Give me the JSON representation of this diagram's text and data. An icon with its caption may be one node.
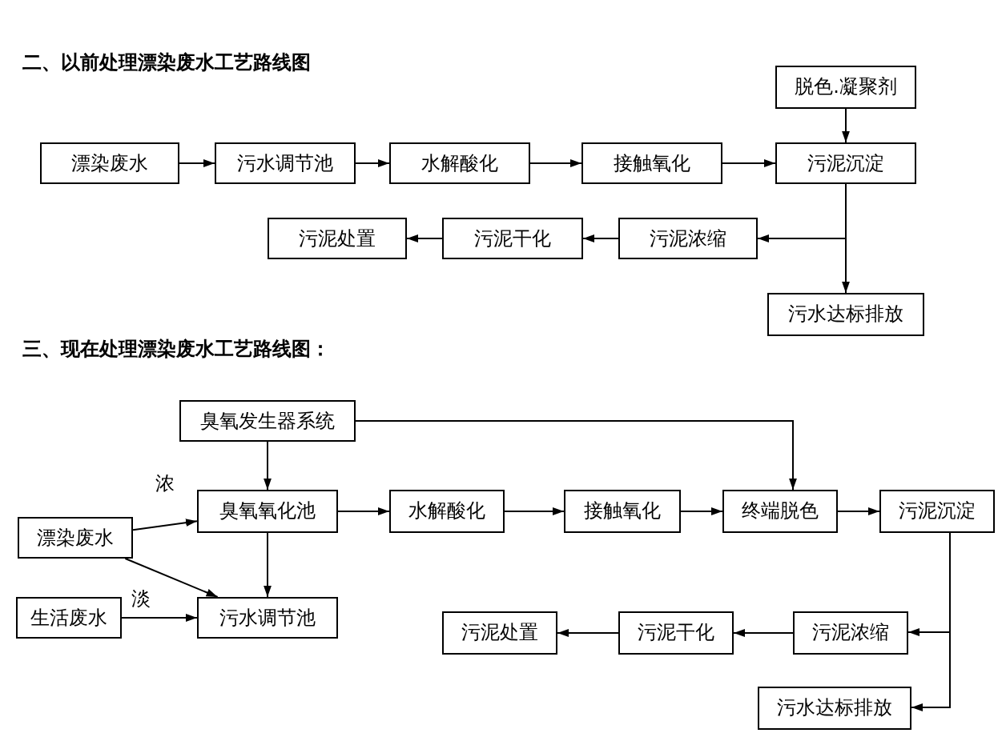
{
  "diagram": {
    "nodes": [
      {
        "text": [
          "脱色.凝聚剂"
        ]
      },
      {
        "text": [
          "漂染废水"
        ]
      },
      {
        "text": [
          "污水调节池"
        ]
      },
      {
        "text": [
          "水解酸化"
        ]
      },
      {
        "text": [
          "接触氧化"
        ]
      },
      {
        "text": [
          "污泥沉淀"
        ]
      },
      {
        "text": [
          "污泥浓缩"
        ]
      },
      {
        "text": [
          "污泥干化"
        ]
      },
      {
        "text": [
          "污泥处置"
        ]
      },
      {
        "text": [
          "污水达标排放"
        ]
      },
      {
        "text": [
          "臭氧发生器系统"
        ]
      },
      {
        "text": [
          "漂染废水"
        ]
      },
      {
        "text": [
          "臭氧氧化池"
        ]
      },
      {
        "text": [
          "水解酸化"
        ]
      },
      {
        "text": [
          "接触氧化"
        ]
      },
      {
        "text": [
          "终端脱色"
        ]
      },
      {
        "text": [
          "污泥沉淀"
        ]
      },
      {
        "text": [
          "生活废水"
        ]
      },
      {
        "text": [
          "污水调节池"
        ]
      },
      {
        "text": [
          "污泥处置"
        ]
      },
      {
        "text": [
          "污泥干化"
        ]
      },
      {
        "text": [
          "污泥浓缩"
        ]
      },
      {
        "text": [
          "污水达标排放"
        ]
      }
    ],
    "edges": [
      {
        "from": 0,
        "to": 5,
        "arrow": "to"
      },
      {
        "from": 1,
        "to": 2,
        "arrow": "to"
      },
      {
        "from": 2,
        "to": 3,
        "arrow": "to"
      },
      {
        "from": 3,
        "to": 4,
        "arrow": "to"
      },
      {
        "from": 4,
        "to": 5,
        "arrow": "to"
      },
      {
        "from": 5,
        "to": 6,
        "arrow": "to"
      },
      {
        "from": 5,
        "to": 9,
        "arrow": "to"
      },
      {
        "from": 6,
        "to": 7,
        "arrow": "to"
      },
      {
        "from": 7,
        "to": 8,
        "arrow": "to"
      },
      {
        "from": 10,
        "to": 12,
        "arrow": "to"
      },
      {
        "from": 10,
        "to": 15,
        "arrow": "to"
      },
      {
        "from": 11,
        "to": 12,
        "arrow": "to"
      },
      {
        "from": 11,
        "to": 18,
        "arrow": "to"
      },
      {
        "from": 17,
        "to": 18,
        "arrow": "to"
      },
      {
        "from": 12,
        "to": 13,
        "arrow": "to"
      },
      {
        "from": 13,
        "to": 14,
        "arrow": "to"
      },
      {
        "from": 14,
        "to": 15,
        "arrow": "to"
      },
      {
        "from": 15,
        "to": 16,
        "arrow": "to"
      },
      {
        "from": 12,
        "to": 18,
        "arrow": "to"
      },
      {
        "from": 16,
        "to": 21,
        "arrow": "to"
      },
      {
        "from": 16,
        "to": 22,
        "arrow": "to"
      },
      {
        "from": 21,
        "to": 20,
        "arrow": "to"
      },
      {
        "from": 20,
        "to": 19,
        "arrow": "to"
      }
    ],
    "labels": [
      "二、以前处理漂染废水工艺路线图",
      "三、现在处理漂染废水工艺路线图：",
      "浓",
      "淡"
    ]
  }
}
